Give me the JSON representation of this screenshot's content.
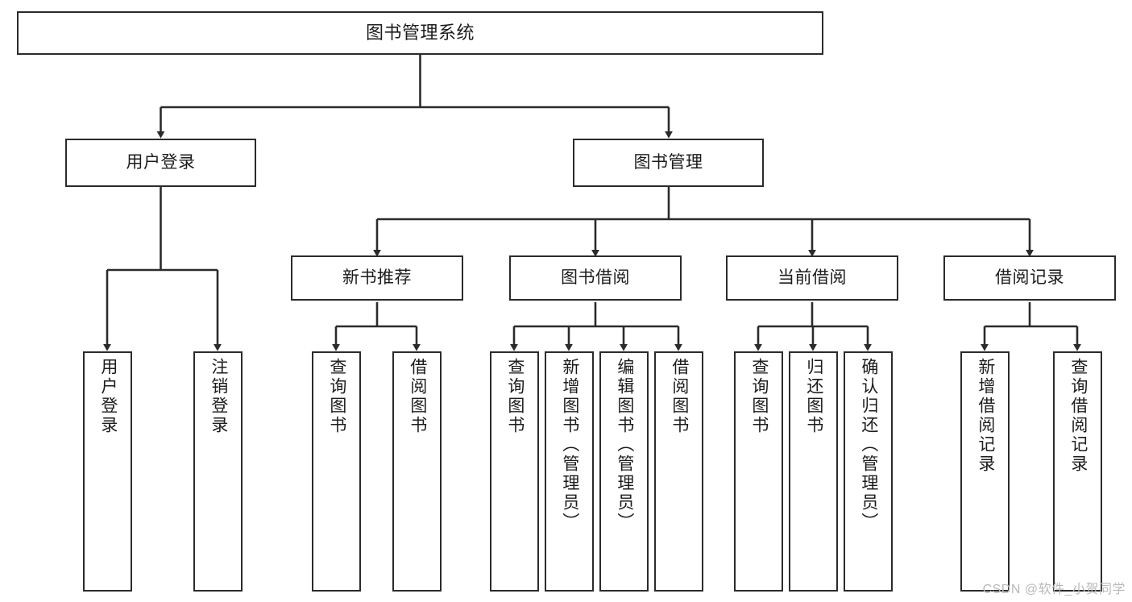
{
  "diagram": {
    "title": "图书管理系统",
    "watermark": "CSDN @软件_小贺同学",
    "colors": {
      "box_border": "#2b2b2b",
      "box_fill": "#ffffff",
      "connector": "#2b2b2b",
      "text": "#1c1c1c",
      "watermark": "#b9b9b9",
      "background": "#ffffff"
    },
    "nodes": {
      "root": "图书管理系统",
      "level2": {
        "user_login": "用户登录",
        "book_manage": "图书管理"
      },
      "level3": {
        "new_book_recommend": "新书推荐",
        "book_borrow": "图书借阅",
        "current_borrow": "当前借阅",
        "borrow_record": "借阅记录"
      },
      "leaves": {
        "user_login_1": "用户登录",
        "user_login_2": "注销登录",
        "recommend_1": "查询图书",
        "recommend_2": "借阅图书",
        "borrow_1": "查询图书",
        "borrow_2": "新增图书（管理员）",
        "borrow_3": "编辑图书（管理员）",
        "borrow_4": "借阅图书",
        "current_1": "查询图书",
        "current_2": "归还图书",
        "current_3": "确认归还（管理员）",
        "record_1": "新增借阅记录",
        "record_2": "查询借阅记录"
      }
    }
  }
}
